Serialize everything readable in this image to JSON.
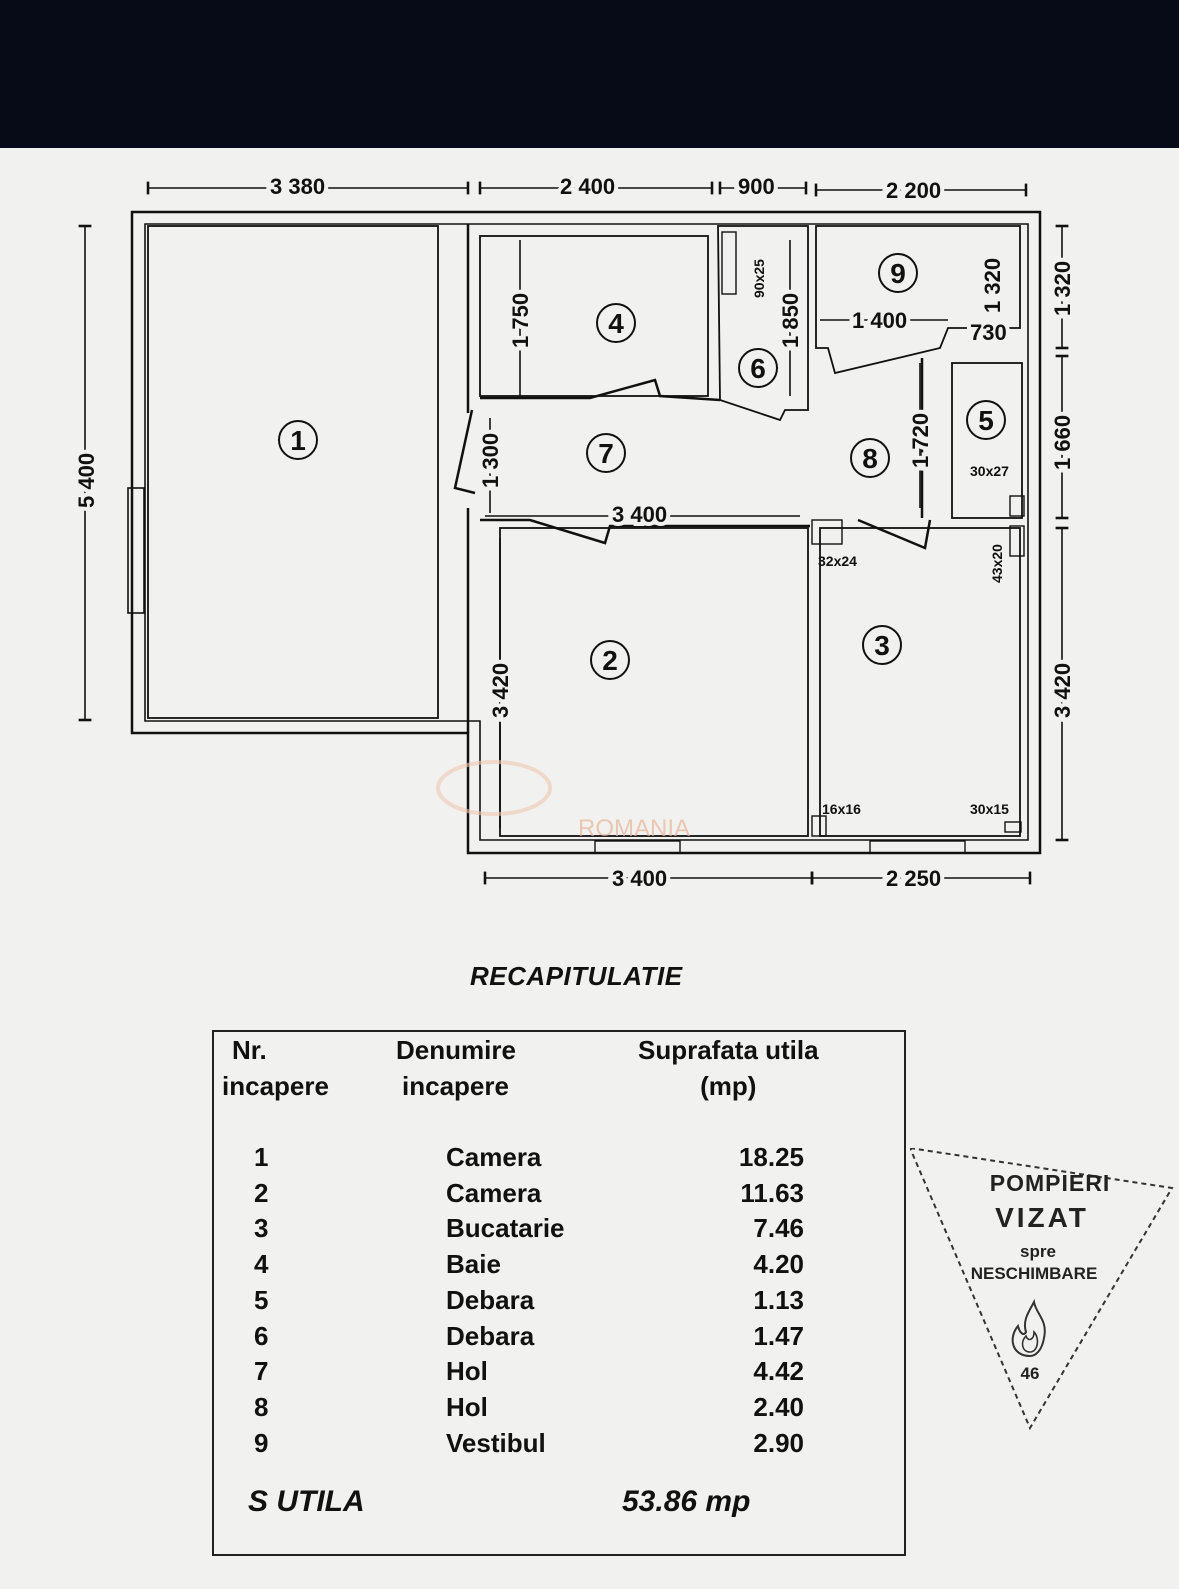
{
  "floorplan": {
    "dimensions": {
      "top": [
        "3 380",
        "2 400",
        "900",
        "2 200"
      ],
      "bottom": [
        "3 400",
        "2 250"
      ],
      "left": "5 400",
      "right": [
        "1 320",
        "1 660",
        "3 420"
      ],
      "inner": {
        "d_1750": "1 750",
        "d_1850": "1 850",
        "d_1300": "1 300",
        "d_3400_hall": "3 400",
        "d_3420_room2": "3 420",
        "d_1720": "1 720",
        "d_1400": "1 400",
        "d_730": "730",
        "d_1320_room9": "1 320"
      }
    },
    "duct_labels": [
      "90x25",
      "30x27",
      "32x24",
      "43x20",
      "16x16",
      "30x15"
    ],
    "room_numbers": [
      "1",
      "2",
      "3",
      "4",
      "5",
      "6",
      "7",
      "8",
      "9"
    ]
  },
  "recap": {
    "title": "RECAPITULATIE",
    "headers": {
      "nr_line1": "Nr.",
      "nr_line2": "incapere",
      "name_line1": "Denumire",
      "name_line2": "incapere",
      "area_line1": "Suprafata utila",
      "area_line2": "(mp)"
    },
    "rows": [
      {
        "nr": "1",
        "name": "Camera",
        "area": "18.25"
      },
      {
        "nr": "2",
        "name": "Camera",
        "area": "11.63"
      },
      {
        "nr": "3",
        "name": "Bucatarie",
        "area": "7.46"
      },
      {
        "nr": "4",
        "name": "Baie",
        "area": "4.20"
      },
      {
        "nr": "5",
        "name": "Debara",
        "area": "1.13"
      },
      {
        "nr": "6",
        "name": "Debara",
        "area": "1.47"
      },
      {
        "nr": "7",
        "name": "Hol",
        "area": "4.42"
      },
      {
        "nr": "8",
        "name": "Hol",
        "area": "2.40"
      },
      {
        "nr": "9",
        "name": "Vestibul",
        "area": "2.90"
      }
    ],
    "total_label": "S  UTILA",
    "total_value": "53.86 mp"
  },
  "stamp": {
    "line1": "POMPIERI",
    "line2": "VIZAT",
    "line3": "spre",
    "line4": "NESCHIMBARE",
    "number": "46"
  },
  "watermark": "ROMANIA"
}
